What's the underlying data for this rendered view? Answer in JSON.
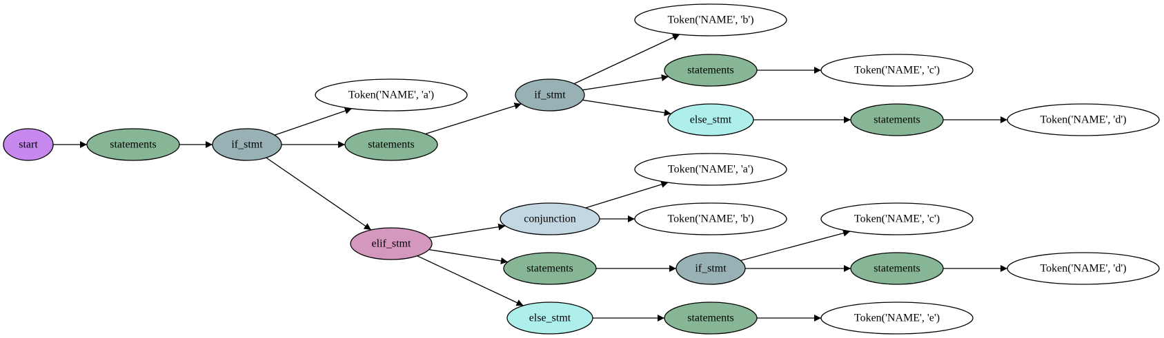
{
  "colors": {
    "start": "#c688ec",
    "statements": "#86b696",
    "if_stmt": "#97b1b4",
    "else_stmt": "#aeeeeb",
    "elif_stmt": "#d497bd",
    "conjunction": "#c3d7e3",
    "token": "#ffffff"
  },
  "nodes": [
    {
      "id": "n_start",
      "label": "start",
      "kind": "start"
    },
    {
      "id": "n_stmts1",
      "label": "statements",
      "kind": "statements"
    },
    {
      "id": "n_if1",
      "label": "if_stmt",
      "kind": "if_stmt"
    },
    {
      "id": "n_tok_a1",
      "label": "Token('NAME', 'a')",
      "kind": "token"
    },
    {
      "id": "n_stmts2",
      "label": "statements",
      "kind": "statements"
    },
    {
      "id": "n_if2",
      "label": "if_stmt",
      "kind": "if_stmt"
    },
    {
      "id": "n_tok_b1",
      "label": "Token('NAME', 'b')",
      "kind": "token"
    },
    {
      "id": "n_stmts3",
      "label": "statements",
      "kind": "statements"
    },
    {
      "id": "n_tok_c1",
      "label": "Token('NAME', 'c')",
      "kind": "token"
    },
    {
      "id": "n_else1",
      "label": "else_stmt",
      "kind": "else_stmt"
    },
    {
      "id": "n_stmts4",
      "label": "statements",
      "kind": "statements"
    },
    {
      "id": "n_tok_d1",
      "label": "Token('NAME', 'd')",
      "kind": "token"
    },
    {
      "id": "n_elif",
      "label": "elif_stmt",
      "kind": "elif_stmt"
    },
    {
      "id": "n_conj",
      "label": "conjunction",
      "kind": "conjunction"
    },
    {
      "id": "n_tok_a2",
      "label": "Token('NAME', 'a')",
      "kind": "token"
    },
    {
      "id": "n_tok_b2",
      "label": "Token('NAME', 'b')",
      "kind": "token"
    },
    {
      "id": "n_stmts5",
      "label": "statements",
      "kind": "statements"
    },
    {
      "id": "n_if3",
      "label": "if_stmt",
      "kind": "if_stmt"
    },
    {
      "id": "n_tok_c2",
      "label": "Token('NAME', 'c')",
      "kind": "token"
    },
    {
      "id": "n_stmts6",
      "label": "statements",
      "kind": "statements"
    },
    {
      "id": "n_tok_d2",
      "label": "Token('NAME', 'd')",
      "kind": "token"
    },
    {
      "id": "n_else2",
      "label": "else_stmt",
      "kind": "else_stmt"
    },
    {
      "id": "n_stmts7",
      "label": "statements",
      "kind": "statements"
    },
    {
      "id": "n_tok_e",
      "label": "Token('NAME', 'e')",
      "kind": "token"
    }
  ],
  "edges": [
    {
      "from": "n_start",
      "to": "n_stmts1"
    },
    {
      "from": "n_stmts1",
      "to": "n_if1"
    },
    {
      "from": "n_if1",
      "to": "n_tok_a1"
    },
    {
      "from": "n_if1",
      "to": "n_stmts2"
    },
    {
      "from": "n_if1",
      "to": "n_elif"
    },
    {
      "from": "n_stmts2",
      "to": "n_if2"
    },
    {
      "from": "n_if2",
      "to": "n_tok_b1"
    },
    {
      "from": "n_if2",
      "to": "n_stmts3"
    },
    {
      "from": "n_if2",
      "to": "n_else1"
    },
    {
      "from": "n_stmts3",
      "to": "n_tok_c1"
    },
    {
      "from": "n_else1",
      "to": "n_stmts4"
    },
    {
      "from": "n_stmts4",
      "to": "n_tok_d1"
    },
    {
      "from": "n_elif",
      "to": "n_conj"
    },
    {
      "from": "n_elif",
      "to": "n_stmts5"
    },
    {
      "from": "n_elif",
      "to": "n_else2"
    },
    {
      "from": "n_conj",
      "to": "n_tok_a2"
    },
    {
      "from": "n_conj",
      "to": "n_tok_b2"
    },
    {
      "from": "n_stmts5",
      "to": "n_if3"
    },
    {
      "from": "n_if3",
      "to": "n_tok_c2"
    },
    {
      "from": "n_if3",
      "to": "n_stmts6"
    },
    {
      "from": "n_stmts6",
      "to": "n_tok_d2"
    },
    {
      "from": "n_else2",
      "to": "n_stmts7"
    },
    {
      "from": "n_stmts7",
      "to": "n_tok_e"
    }
  ]
}
